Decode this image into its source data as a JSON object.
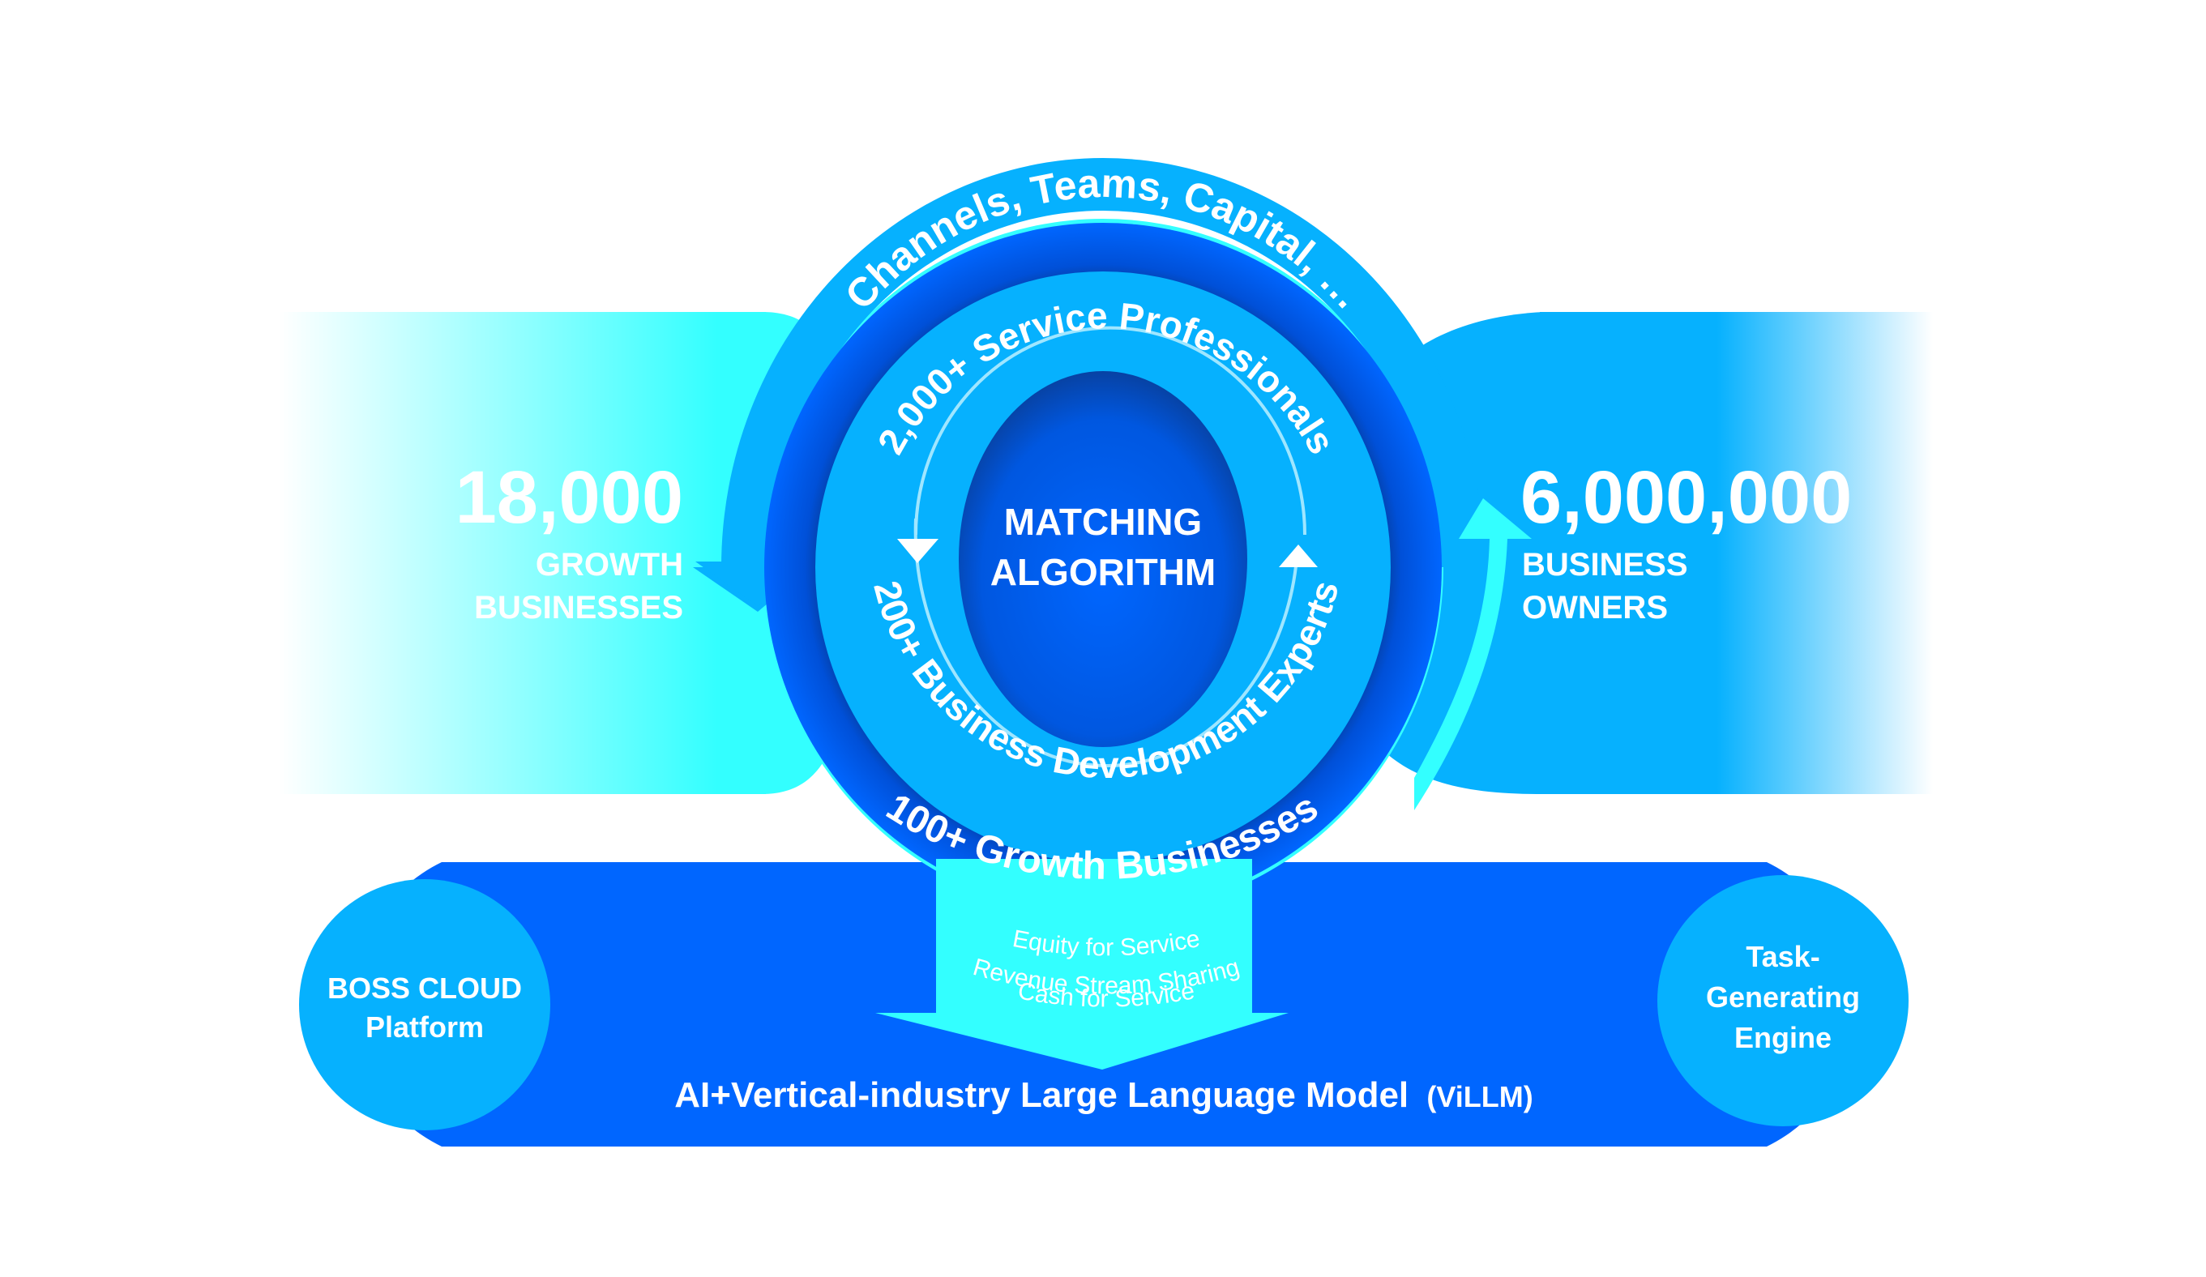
{
  "colors": {
    "cyan": "#33FFFF",
    "sky_blue": "#06B1FE",
    "royal_blue": "#0066FF",
    "deep_blue": "#0A3A8C",
    "white": "#FFFFFF"
  },
  "left_panel": {
    "number": "18,000",
    "label_line1": "GROWTH",
    "label_line2": "BUSINESSES"
  },
  "right_panel": {
    "number": "6,000,000",
    "label_line1": "BUSINESS",
    "label_line2": "OWNERS"
  },
  "outer_ring": {
    "text": "Channels, Teams, Capital, …"
  },
  "inner_ring": {
    "top_text": "2,000+ Service Professionals",
    "bottom_text": "200+ Business Development Experts"
  },
  "core": {
    "line1": "MATCHING",
    "line2": "ALGORITHM"
  },
  "growth_arc": {
    "text": "100+ Growth Businesses"
  },
  "down_arrow": {
    "items": [
      "Equity for Service",
      "Revenue Stream Sharing",
      "Cash for Service"
    ]
  },
  "base_bar": {
    "title": "AI+Vertical-industry Large Language Model",
    "suffix": "(ViLLM)",
    "left_circle_line1": "BOSS CLOUD",
    "left_circle_line2": "Platform",
    "right_circle_line1": "Task-",
    "right_circle_line2": "Generating",
    "right_circle_line3": "Engine"
  }
}
